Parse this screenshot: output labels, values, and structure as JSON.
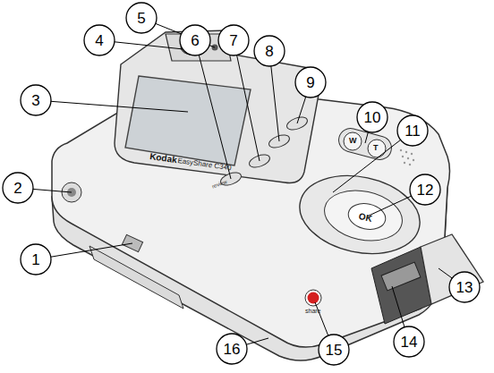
{
  "diagram": {
    "nodes": [
      {
        "text": [
          "1"
        ]
      },
      {
        "text": [
          "2"
        ]
      },
      {
        "text": [
          "3"
        ]
      },
      {
        "text": [
          "4"
        ]
      },
      {
        "text": [
          "5"
        ]
      },
      {
        "text": [
          "6"
        ]
      },
      {
        "text": [
          "7"
        ]
      },
      {
        "text": [
          "8"
        ]
      },
      {
        "text": [
          "9"
        ]
      },
      {
        "text": [
          "10"
        ]
      },
      {
        "text": [
          "11"
        ]
      },
      {
        "text": [
          "12"
        ]
      },
      {
        "text": [
          "13"
        ]
      },
      {
        "text": [
          "14"
        ]
      },
      {
        "text": [
          "15"
        ]
      },
      {
        "text": [
          "16"
        ]
      }
    ],
    "labels": [
      "Kodak",
      "EasyShare C340",
      "review",
      "W",
      "T",
      "OK",
      "share"
    ]
  }
}
